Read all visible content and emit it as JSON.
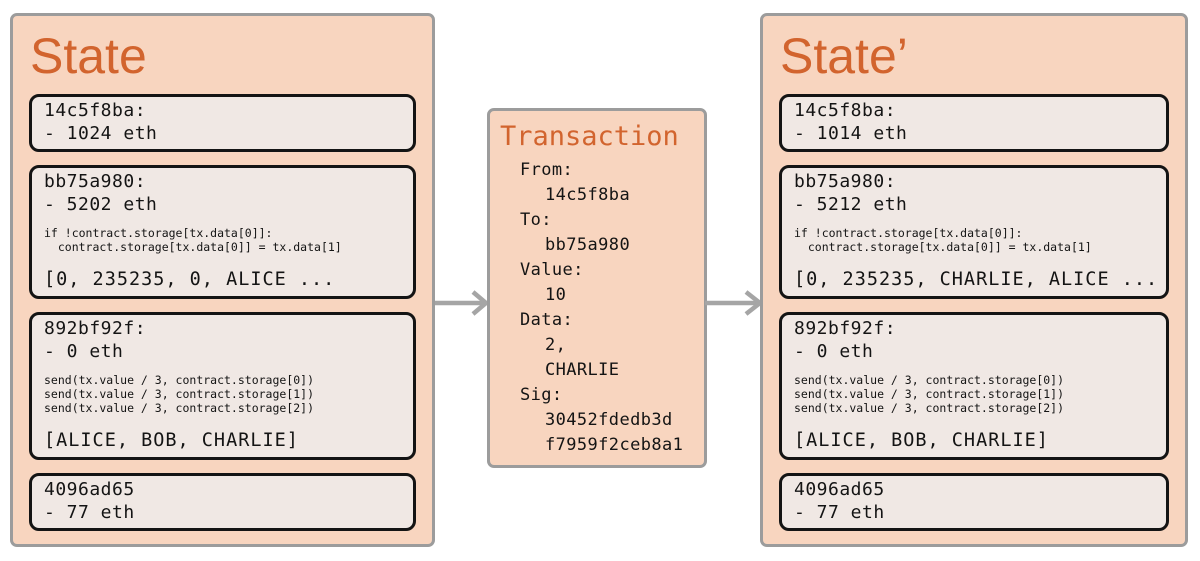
{
  "colors": {
    "accent_orange": "#d2642e",
    "panel_background": "#f8d5bf",
    "panel_border": "#9c9c9c",
    "account_box_background": "#f0e8e4",
    "account_box_border": "#141414",
    "arrow_gray": "#a5a5a5",
    "text": "#141414"
  },
  "state_before": {
    "title": "State",
    "accounts": [
      {
        "address": "14c5f8ba:",
        "balance": "- 1024 eth"
      },
      {
        "address": "bb75a980:",
        "balance": "- 5202 eth",
        "code": "if !contract.storage[tx.data[0]]:\n  contract.storage[tx.data[0]] = tx.data[1]",
        "storage": "[0, 235235, 0, ALICE ..."
      },
      {
        "address": "892bf92f:",
        "balance": "- 0 eth",
        "code": "send(tx.value / 3, contract.storage[0])\nsend(tx.value / 3, contract.storage[1])\nsend(tx.value / 3, contract.storage[2])",
        "storage": "[ALICE, BOB, CHARLIE]"
      },
      {
        "address": "4096ad65",
        "balance": "- 77 eth"
      }
    ]
  },
  "transaction": {
    "title": "Transaction",
    "lines": [
      "From:",
      "14c5f8ba",
      "To:",
      "bb75a980",
      "Value:",
      "10",
      "Data:",
      "2,",
      "CHARLIE",
      "Sig:",
      "30452fdedb3d",
      "f7959f2ceb8a1"
    ]
  },
  "state_after": {
    "title": "State’",
    "accounts": [
      {
        "address": "14c5f8ba:",
        "balance": "- 1014 eth"
      },
      {
        "address": "bb75a980:",
        "balance": "- 5212 eth",
        "code": "if !contract.storage[tx.data[0]]:\n  contract.storage[tx.data[0]] = tx.data[1]",
        "storage": "[0, 235235, CHARLIE, ALICE ..."
      },
      {
        "address": "892bf92f:",
        "balance": "- 0 eth",
        "code": "send(tx.value / 3, contract.storage[0])\nsend(tx.value / 3, contract.storage[1])\nsend(tx.value / 3, contract.storage[2])",
        "storage": "[ALICE, BOB, CHARLIE]"
      },
      {
        "address": "4096ad65",
        "balance": "- 77 eth"
      }
    ]
  }
}
